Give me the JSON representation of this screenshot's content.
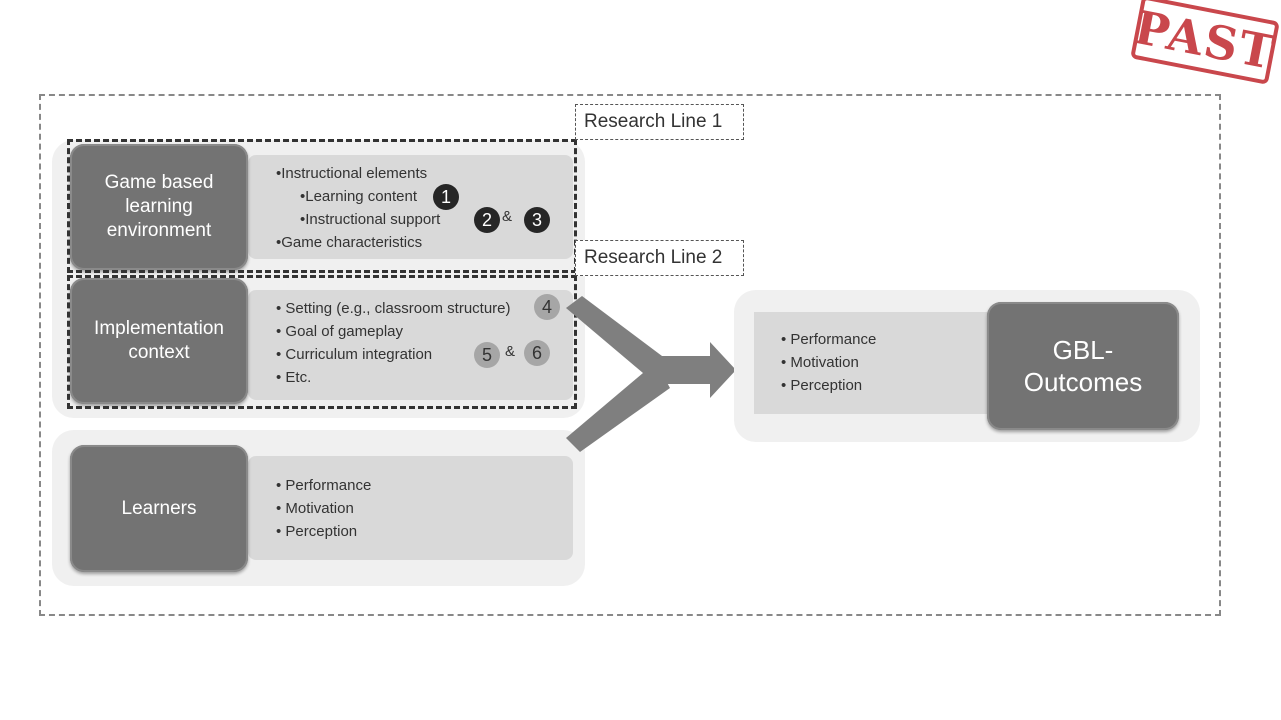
{
  "stamp": "PAST",
  "research_lines": {
    "line1": "Research Line 1",
    "line2": "Research Line 2"
  },
  "environment": {
    "title": "Game based learning environment",
    "bullets": [
      "•Instructional elements",
      "•Learning content",
      "•Instructional support",
      "•Game characteristics"
    ],
    "badges": [
      "1",
      "2",
      "3"
    ],
    "amp": "&"
  },
  "context": {
    "title": "Implementation context",
    "bullets": [
      "• Setting (e.g., classroom structure)",
      "• Goal of gameplay",
      "• Curriculum integration",
      "• Etc."
    ],
    "badges": [
      "4",
      "5",
      "6"
    ],
    "amp": "&"
  },
  "learners": {
    "title": "Learners",
    "bullets": [
      "• Performance",
      "• Motivation",
      "• Perception"
    ]
  },
  "outcomes": {
    "title": "GBL-Outcomes",
    "bullets": [
      "• Performance",
      "• Motivation",
      "• Perception"
    ]
  },
  "colors": {
    "title_box": "#737373",
    "detail_box": "#d9d9d9",
    "group_bg": "#f0f0f0",
    "badge_dark": "#262626",
    "badge_light": "#a6a6a6",
    "arrow": "#7f7f7f",
    "stamp": "#c0272d"
  }
}
